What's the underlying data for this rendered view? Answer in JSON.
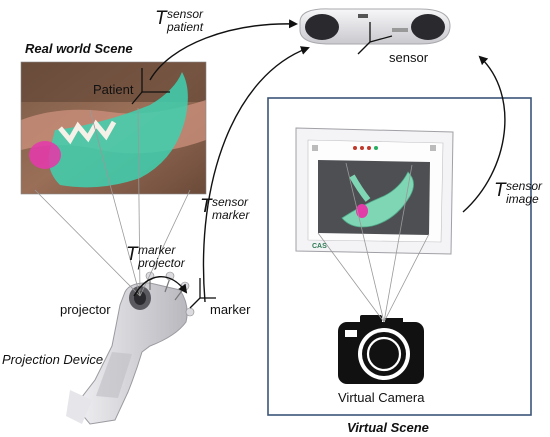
{
  "labels": {
    "real_world_scene": "Real world Scene",
    "patient": "Patient",
    "sensor": "sensor",
    "projector": "projector",
    "marker": "marker",
    "projection_device": "Projection Device",
    "virtual_camera": "Virtual Camera",
    "virtual_scene": "Virtual Scene"
  },
  "transforms": {
    "sensor_patient": {
      "symbol": "T",
      "sup": "sensor",
      "sub": "patient"
    },
    "sensor_marker": {
      "symbol": "T",
      "sup": "sensor",
      "sub": "marker"
    },
    "marker_projector": {
      "symbol": "T",
      "sup": "marker",
      "sub": "projector"
    },
    "sensor_image": {
      "symbol": "T",
      "sup": "sensor",
      "sub": "image"
    }
  },
  "monitor": {
    "logo": "CAS"
  },
  "colors": {
    "teal_overlay": "#3ed1b0",
    "magenta_overlay": "#e23ca8",
    "virtual_scene_border": "#3b5578",
    "sensor_body": "#e9e9ec",
    "screen_bg": "#4d4f52"
  },
  "icons": [
    "stereo-camera-sensor-icon",
    "camera-icon",
    "handheld-projector-icon",
    "marker-sphere-icon"
  ]
}
